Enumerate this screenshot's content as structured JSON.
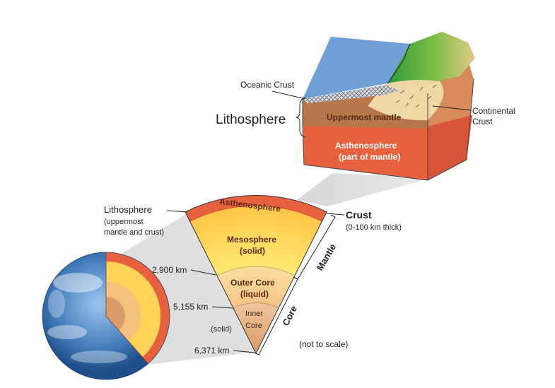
{
  "block": {
    "oceanic_crust": "Oceanic Crust",
    "continental_crust_line1": "Continental",
    "continental_crust_line2": "Crust",
    "lithosphere": "Lithosphere",
    "uppermost_mantle": "Uppermost mantle",
    "asthenosphere_line1": "Asthenosphere",
    "asthenosphere_line2": "(part of mantle)"
  },
  "wedge": {
    "asthenosphere": "Asthenosphere",
    "mesosphere_line1": "Mesosphere",
    "mesosphere_line2": "(solid)",
    "outer_core_line1": "Outer Core",
    "outer_core_line2": "(liquid)",
    "inner_core_line1": "Inner",
    "inner_core_line2": "Core",
    "solid": "(solid)"
  },
  "left_labels": {
    "lithosphere_title": "Lithosphere",
    "lithosphere_line2": "(uppermost",
    "lithosphere_line3": "mantle and crust)",
    "depth_2900": "2,900 km",
    "depth_5155": "5,155 km",
    "depth_6371": "6,371 km"
  },
  "right_labels": {
    "crust": "Crust",
    "crust_thickness": "(0-100 km thick)",
    "mantle": "Mantle",
    "core": "Core",
    "not_to_scale": "(not to scale)"
  },
  "colors": {
    "ocean": "#6f9fd6",
    "land_green": "#3aa53a",
    "land_tan": "#e6c98a",
    "uppermost_mantle": "#b8774a",
    "asthenosphere": "#e8613f",
    "mesosphere": "#ffe25a",
    "outer_core": "#f7d08a",
    "inner_core": "#e2ac7a"
  }
}
